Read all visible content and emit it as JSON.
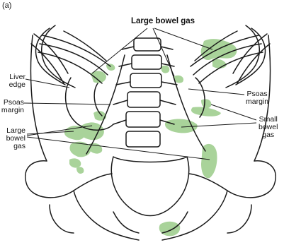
{
  "figure": {
    "panel_letter": "(a)",
    "title": "Large bowel gas",
    "labels": {
      "liver_edge": [
        "Liver",
        "edge"
      ],
      "psoas_margin_left": [
        "Psoas",
        "margin"
      ],
      "large_bowel_gas_left": [
        "Large",
        "bowel",
        "gas"
      ],
      "psoas_margin_right": [
        "Psoas",
        "margin"
      ],
      "small_bowel_gas": [
        "Small",
        "bowel",
        "gas"
      ]
    }
  },
  "colors": {
    "gas": "#a9d39a",
    "line": "#1a1a1a",
    "background": "#ffffff"
  }
}
